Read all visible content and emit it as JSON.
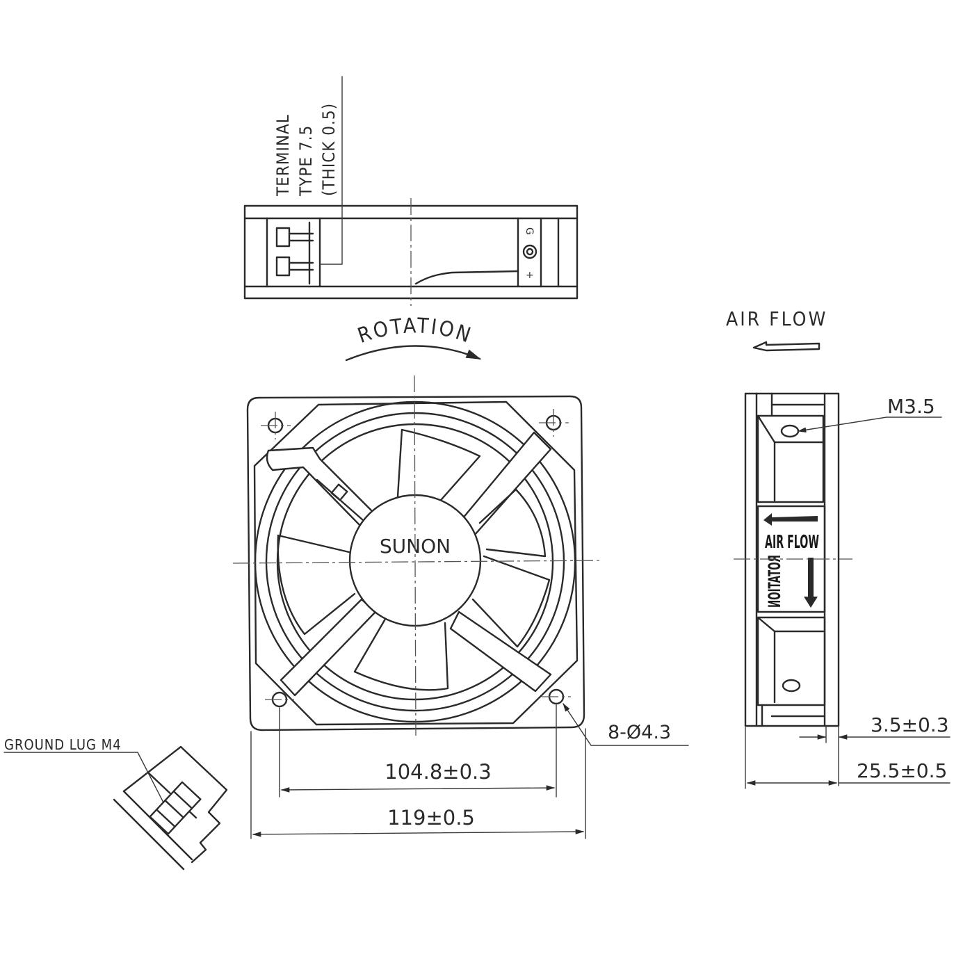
{
  "drawing": {
    "brand": "SUNON",
    "terminal": {
      "line1": "TERMINAL",
      "line2": "TYPE 7.5",
      "line3": "(THICK 0.5)"
    },
    "terminal_marks": {
      "top": "G",
      "bottom": "+"
    },
    "rotation_label": "ROTATION",
    "air_flow_label": "AIR FLOW",
    "screw_label": "M3.5",
    "hole_label": "8-Ø4.3",
    "ground_lug_label": "GROUND LUG M4",
    "dim_hole_pitch": "104.8±0.3",
    "dim_frame_width": "119±0.5",
    "dim_flange": "3.5±0.3",
    "dim_depth": "25.5±0.5",
    "side_label_airflow": "AIR FLOW",
    "side_label_rotation": "ROTATION"
  }
}
